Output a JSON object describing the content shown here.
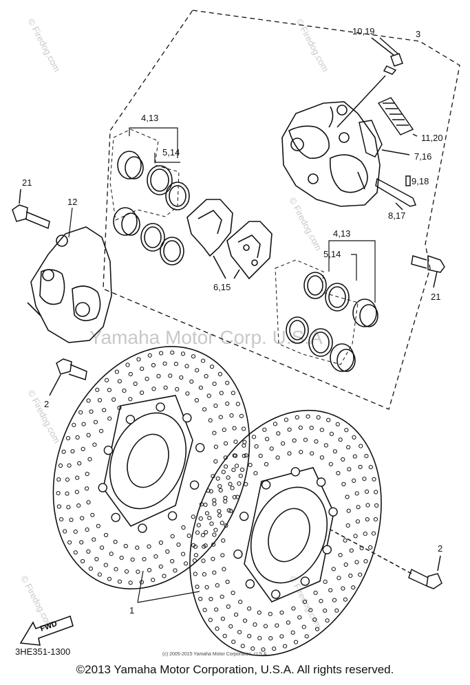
{
  "labels": {
    "p3": "3",
    "p10_19": "10,19",
    "p11_20": "11,20",
    "p7_16": "7,16",
    "p9_18": "9,18",
    "p8_17": "8,17",
    "p4_13a": "4,13",
    "p5_14a": "5,14",
    "p6_15": "6,15",
    "p4_13b": "4,13",
    "p5_14b": "5,14",
    "p21a": "21",
    "p21b": "21",
    "p12": "12",
    "p2a": "2",
    "p2b": "2",
    "p1": "1"
  },
  "diagram_code": "3HE351-1300",
  "fwd_arrow": "FWD",
  "small_copyright": "(c) 2005-2015 Yamaha Motor Corporation, U.S.A.",
  "watermark_center": "Yamaha Motor Corp. U.S.A",
  "watermark_side": "© Firedog.com",
  "footer": "©2013 Yamaha Motor Corporation, U.S.A. All rights reserved."
}
